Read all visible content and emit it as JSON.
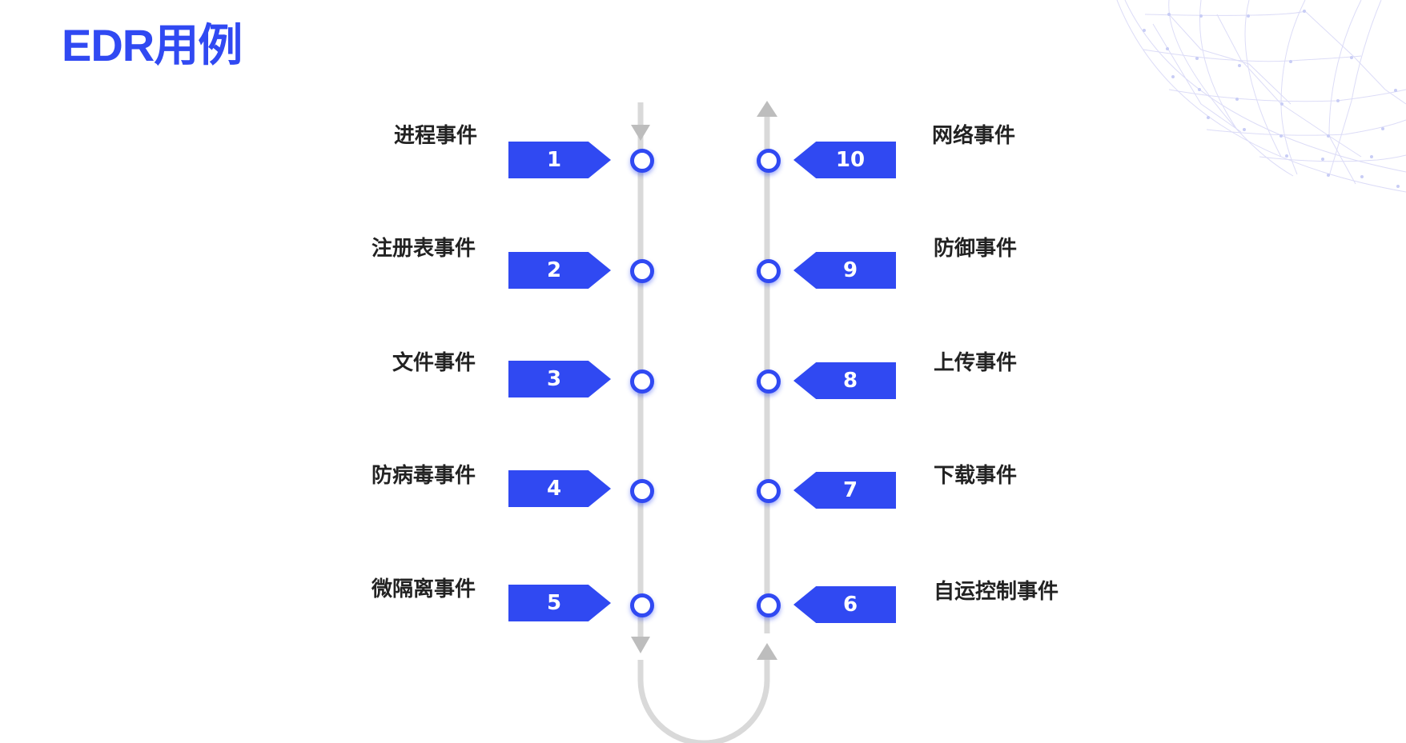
{
  "title": "EDR用例",
  "colors": {
    "accent": "#3049f2",
    "track": "#d9d9d9",
    "arrow": "#bdbdbd",
    "text": "#222222"
  },
  "left_steps": [
    {
      "number": "1",
      "label": "进程事件"
    },
    {
      "number": "2",
      "label": "注册表事件"
    },
    {
      "number": "3",
      "label": "文件事件"
    },
    {
      "number": "4",
      "label": "防病毒事件"
    },
    {
      "number": "5",
      "label": "微隔离事件"
    }
  ],
  "right_steps": [
    {
      "number": "10",
      "label": "网络事件"
    },
    {
      "number": "9",
      "label": "防御事件"
    },
    {
      "number": "8",
      "label": "上传事件"
    },
    {
      "number": "7",
      "label": "下载事件"
    },
    {
      "number": "6",
      "label": "自运控制事件"
    }
  ],
  "decoration": {
    "globe": "wireframe-globe"
  }
}
